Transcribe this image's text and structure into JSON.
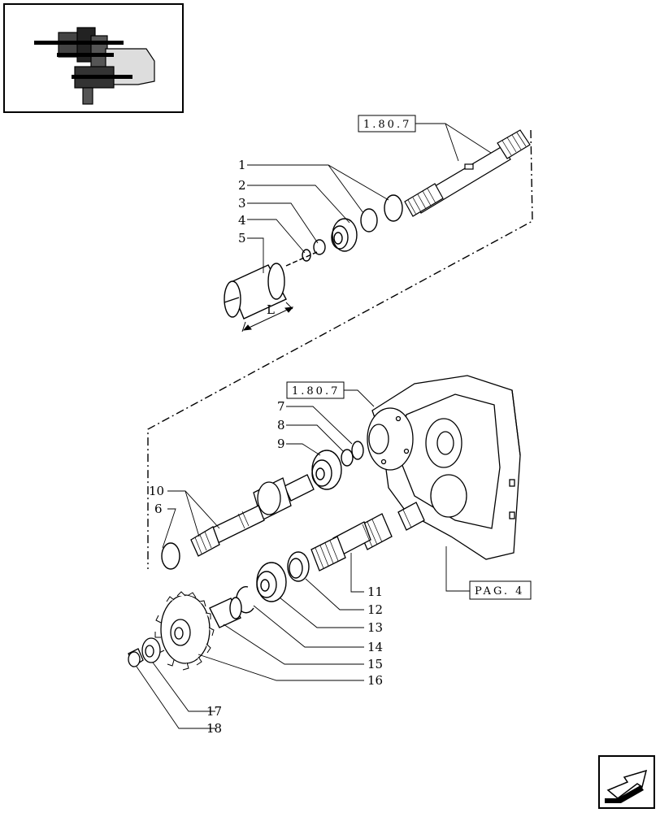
{
  "callouts": {
    "ref_box_top": "1.80.7",
    "ref_box_mid": "1.80.7",
    "page_ref": "PAG. 4",
    "dimension_label": "L"
  },
  "part_labels": {
    "p1": "1",
    "p2": "2",
    "p3": "3",
    "p4": "4",
    "p5": "5",
    "p6": "6",
    "p7": "7",
    "p8": "8",
    "p9": "9",
    "p10": "10",
    "p11": "11",
    "p12": "12",
    "p13": "13",
    "p14": "14",
    "p15": "15",
    "p16": "16",
    "p17": "17",
    "p18": "18"
  },
  "colors": {
    "ink": "#000000",
    "paper": "#ffffff"
  },
  "icons": {
    "nav": "next-page-arrow-icon",
    "thumbnail": "assembly-location-thumbnail"
  }
}
